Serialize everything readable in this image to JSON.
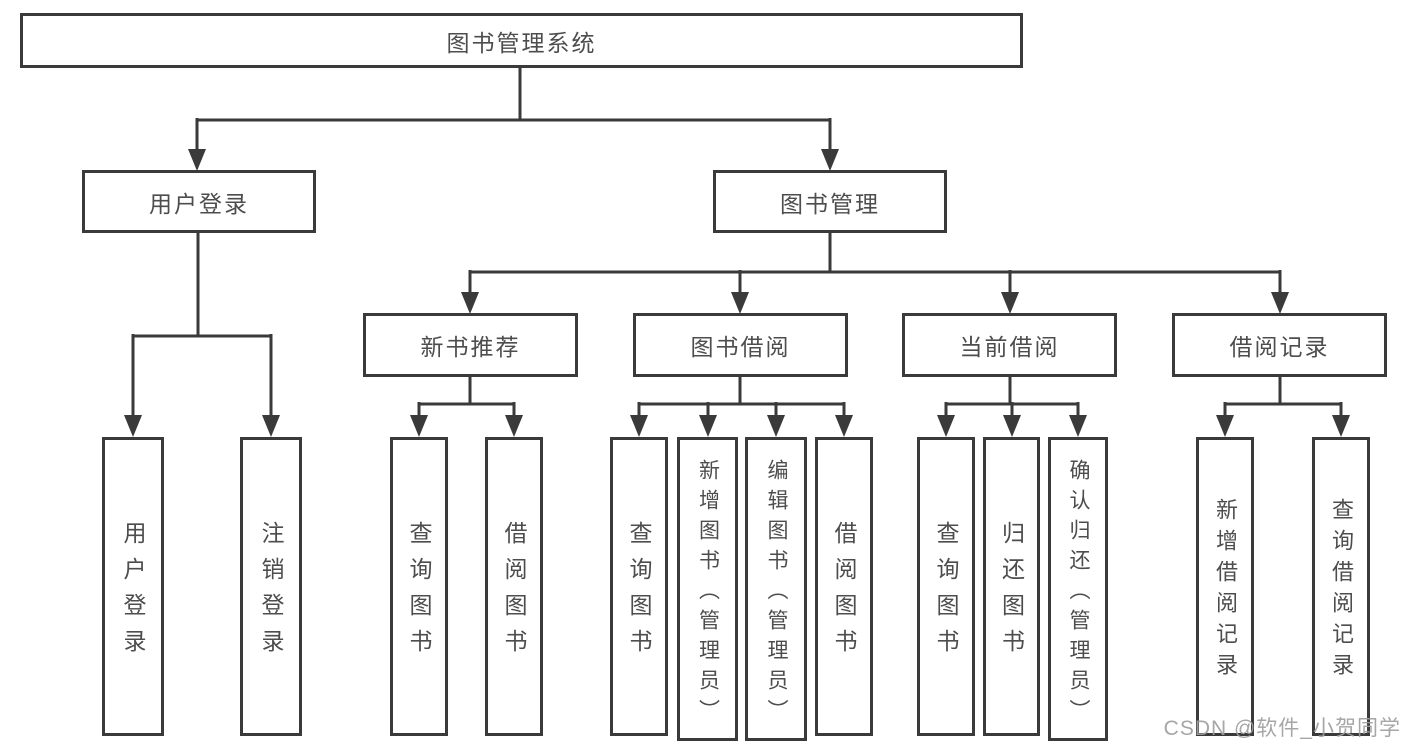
{
  "diagram": {
    "root": {
      "label": "图书管理系统"
    },
    "branches": [
      {
        "label": "用户登录"
      },
      {
        "label": "图书管理"
      }
    ],
    "modules": [
      {
        "label": "新书推荐"
      },
      {
        "label": "图书借阅"
      },
      {
        "label": "当前借阅"
      },
      {
        "label": "借阅记录"
      }
    ],
    "leaves": [
      {
        "label": "用户登录"
      },
      {
        "label": "注销登录"
      },
      {
        "label": "查询图书"
      },
      {
        "label": "借阅图书"
      },
      {
        "label": "查询图书"
      },
      {
        "label": "新增图书（管理员）"
      },
      {
        "label": "编辑图书（管理员）"
      },
      {
        "label": "借阅图书"
      },
      {
        "label": "查询图书"
      },
      {
        "label": "归还图书"
      },
      {
        "label": "确认归还（管理员）"
      },
      {
        "label": "新增借阅记录"
      },
      {
        "label": "查询借阅记录"
      }
    ]
  },
  "watermark": {
    "text": "CSDN @软件_小贺同学"
  },
  "colors": {
    "line": "#3a3a3a",
    "text": "#4d4d4d",
    "watermark": "#9e9e9e",
    "background": "#ffffff"
  }
}
